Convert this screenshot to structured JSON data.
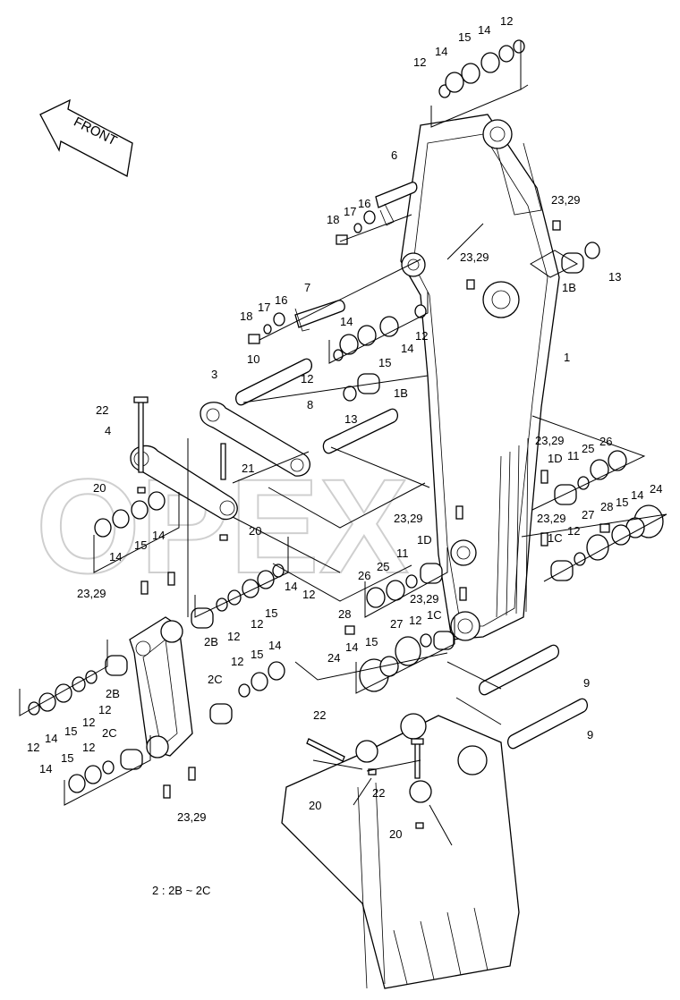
{
  "front_arrow_label": "FRONT",
  "legend_text": "2 : 2B ~ 2C",
  "watermark": "OPEX",
  "labels": {
    "p1": "1",
    "p1B_a": "1B",
    "p1B_b": "1B",
    "p1C_a": "1C",
    "p1C_b": "1C",
    "p1D_a": "1D",
    "p1D_b": "1D",
    "p2B_a": "2B",
    "p2B_b": "2B",
    "p2C_a": "2C",
    "p2C_b": "2C",
    "p3": "3",
    "p4": "4",
    "p6": "6",
    "p7": "7",
    "p8": "8",
    "p9_a": "9",
    "p9_b": "9",
    "p10": "10",
    "p11_a": "11",
    "p11_b": "11",
    "p12_a": "12",
    "p12_b": "12",
    "p12_c": "12",
    "p12_d": "12",
    "p12_e": "12",
    "p12_f": "12",
    "p12_g": "12",
    "p12_h": "12",
    "p12_i": "12",
    "p12_j": "12",
    "p12_k": "12",
    "p12_l": "12",
    "p12_m": "12",
    "p12_n": "12",
    "p13_a": "13",
    "p13_b": "13",
    "p14_a": "14",
    "p14_b": "14",
    "p14_c": "14",
    "p14_d": "14",
    "p14_e": "14",
    "p14_f": "14",
    "p14_g": "14",
    "p14_h": "14",
    "p14_i": "14",
    "p14_j": "14",
    "p14_k": "14",
    "p14_l": "14",
    "p15_a": "15",
    "p15_b": "15",
    "p15_c": "15",
    "p15_d": "15",
    "p15_e": "15",
    "p15_f": "15",
    "p15_g": "15",
    "p15_h": "15",
    "p15_i": "15",
    "p16_a": "16",
    "p16_b": "16",
    "p17_a": "17",
    "p17_b": "17",
    "p18_a": "18",
    "p18_b": "18",
    "p20_a": "20",
    "p20_b": "20",
    "p20_c": "20",
    "p20_d": "20",
    "p21": "21",
    "p22_a": "22",
    "p22_b": "22",
    "p22_c": "22",
    "p2329_a": "23,29",
    "p2329_b": "23,29",
    "p2329_c": "23,29",
    "p2329_d": "23,29",
    "p2329_e": "23,29",
    "p2329_f": "23,29",
    "p2329_g": "23,29",
    "p2329_h": "23,29",
    "p24_a": "24",
    "p24_b": "24",
    "p25_a": "25",
    "p25_b": "25",
    "p26_a": "26",
    "p26_b": "26",
    "p27_a": "27",
    "p27_b": "27",
    "p28_a": "28",
    "p28_b": "28"
  }
}
